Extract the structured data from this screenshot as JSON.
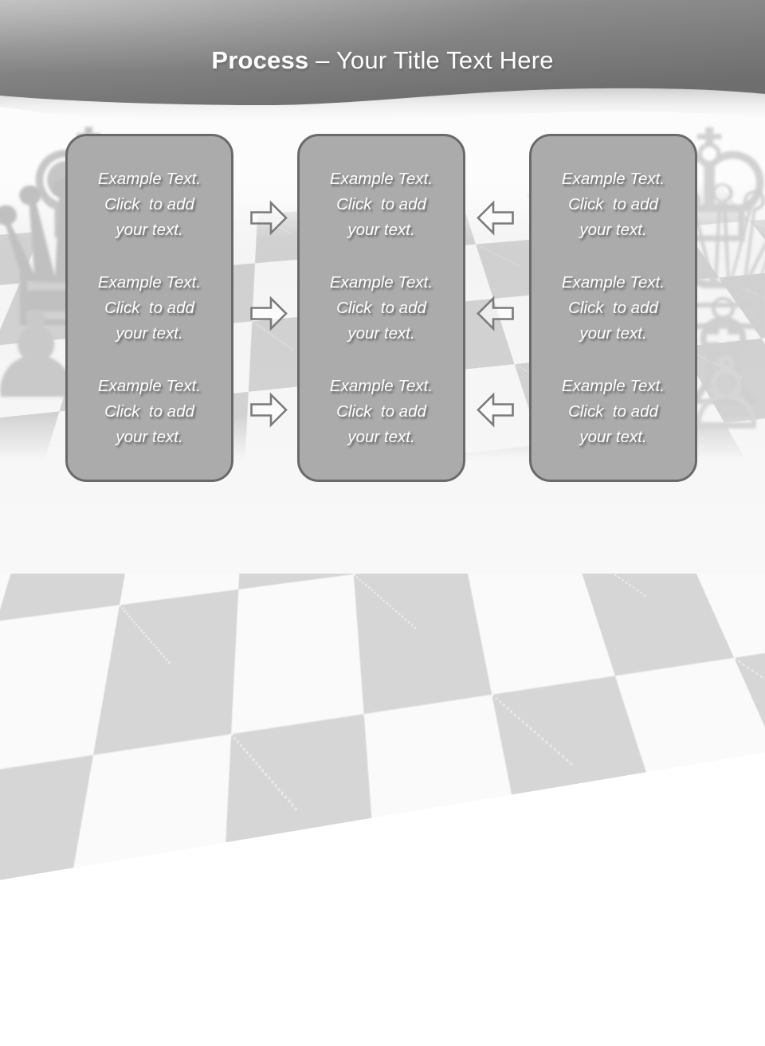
{
  "slide": {
    "title": {
      "bold": "Process",
      "rest": " – Your Title Text Here"
    },
    "columns": [
      {
        "name": "left",
        "blocks": [
          "Example Text.\nClick  to add\nyour text.",
          "Example Text.\nClick  to add\nyour text.",
          "Example Text.\nClick  to add\nyour text."
        ]
      },
      {
        "name": "middle",
        "blocks": [
          "Example Text.\nClick  to add\nyour text.",
          "Example Text.\nClick  to add\nyour text.",
          "Example Text.\nClick  to add\nyour text."
        ]
      },
      {
        "name": "right",
        "blocks": [
          "Example Text.\nClick  to add\nyour text.",
          "Example Text.\nClick  to add\nyour text.",
          "Example Text.\nClick  to add\nyour text."
        ]
      }
    ],
    "arrows": {
      "left_group": {
        "direction": "right",
        "count": 3
      },
      "right_group": {
        "direction": "left",
        "count": 3
      }
    },
    "background": {
      "description": "Faded chessboard with chess pieces",
      "pieces_left": [
        "♚",
        "♛",
        "♟"
      ],
      "pieces_right": [
        "♔",
        "♕",
        "♗",
        "♙"
      ]
    },
    "colors": {
      "header_top": "#a9a9a9",
      "header_bottom": "#6e6e6e",
      "title_text": "#ffffff",
      "box_fill": "#ababab",
      "box_border": "#6a6a6a",
      "box_text": "#ffffff",
      "arrow_stroke": "#7b7b7b",
      "board_dark_square": "#d2d2d2",
      "board_light_square": "#f5f5f5"
    }
  }
}
